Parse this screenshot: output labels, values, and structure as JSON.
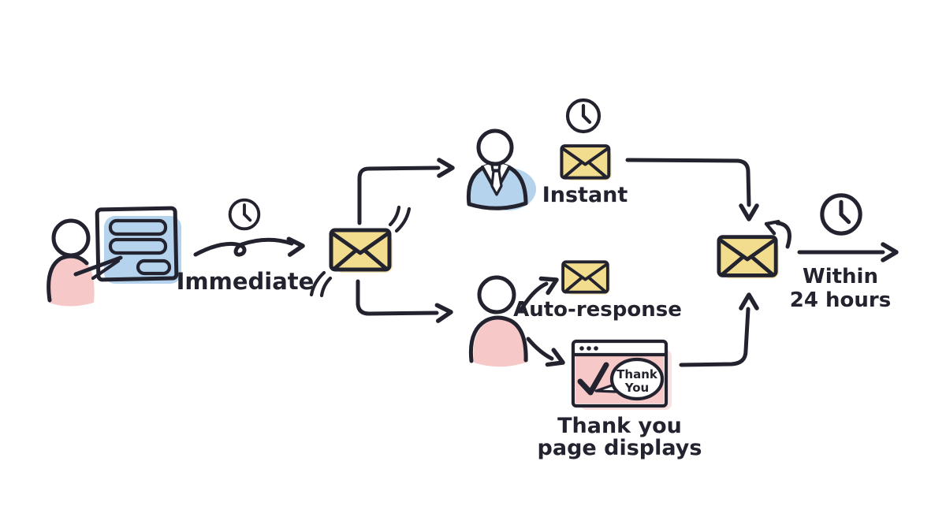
{
  "labels": {
    "immediate": "Immediate",
    "instant": "Instant",
    "auto_response": "Auto-response",
    "thank_you_page": {
      "line1": "Thank you",
      "line2": "page displays"
    },
    "within_24": {
      "line1": "Within",
      "line2": "24 hours"
    },
    "bubble": {
      "line1": "Thank",
      "line2": "You"
    }
  },
  "colors": {
    "outline": "#23232f",
    "yellow": "#f2dd8f",
    "yellow_shadow": "#eccf74",
    "blue": "#b5d3ec",
    "pink": "#f6c9c8",
    "white": "#ffffff",
    "background": "#ffffff"
  },
  "icons": {
    "clock": "clock-icon",
    "envelope": "envelope-icon",
    "person": "person-icon",
    "signup_form": "signup-form-icon",
    "browser_window": "browser-window-icon",
    "checkmark": "checkmark-icon",
    "speech_bubble": "speech-bubble-icon",
    "refresh_arrow": "refresh-arrow-icon"
  }
}
